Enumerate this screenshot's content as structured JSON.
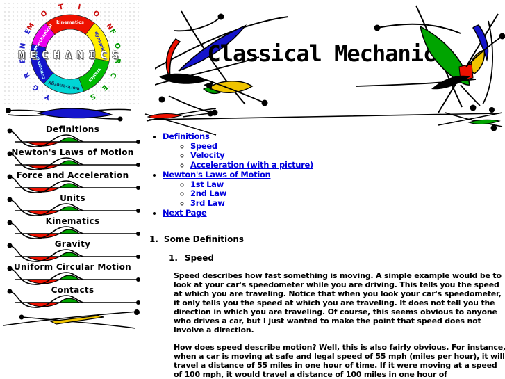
{
  "header": {
    "title": "Classical Mechanics"
  },
  "logo": {
    "center": "MECHANICS",
    "word_top": "MOTION",
    "word_right": "FORCES",
    "word_left": "ENERGY",
    "segments": [
      {
        "label": "kinematics",
        "color": "#ee1100"
      },
      {
        "label": "dynamics",
        "color": "#ffee00"
      },
      {
        "label": "statics",
        "color": "#00bb00"
      },
      {
        "label": "work-energy",
        "color": "#00d5d5"
      },
      {
        "label": "conservation",
        "color": "#1414cc"
      },
      {
        "label": "mechanical",
        "color": "#ee00ee"
      }
    ]
  },
  "sidebar": {
    "items": [
      {
        "label": "Definitions"
      },
      {
        "label": "Newton's Laws of Motion"
      },
      {
        "label": "Force and Acceleration"
      },
      {
        "label": "Units"
      },
      {
        "label": "Kinematics"
      },
      {
        "label": "Gravity"
      },
      {
        "label": "Uniform Circular Motion"
      },
      {
        "label": "Contacts"
      }
    ]
  },
  "toc": {
    "groups": [
      {
        "label": "Definitions",
        "children": [
          {
            "label": "Speed"
          },
          {
            "label": "Velocity"
          },
          {
            "label": "Acceleration (with a picture)"
          }
        ]
      },
      {
        "label": "Newton's Laws of Motion",
        "children": [
          {
            "label": "1st Law"
          },
          {
            "label": "2nd Law"
          },
          {
            "label": "3rd Law"
          }
        ]
      }
    ],
    "next_page": "Next Page"
  },
  "content": {
    "section_number": "1.",
    "section_title": "Some Definitions",
    "item_number": "1.",
    "item_title": "Speed",
    "paragraph1": "Speed describes how fast something is moving. A simple example would be to look at your car's speedometer while you are driving. This tells you the speed at which you are traveling. Notice that when you look your car's speedometer, it only tells you the speed at which you are traveling. It does not tell you the direction in which you are traveling. Of course, this seems obvious to anyone who drives a car, but I just wanted to make the point that speed does not involve a direction.",
    "paragraph2": "How does speed describe motion? Well, this is also fairly obvious. For instance, when a car is moving at safe and legal speed of 55 mph (miles per hour), it will travel a distance of 55 miles in one hour of time. If it were moving at a speed of 100 mph, it would travel a distance of 100 miles in one hour of"
  },
  "colors": {
    "link": "#0000dd",
    "red": "#ee1100",
    "green": "#00a400",
    "blue": "#1414cc",
    "yellow": "#f0c400",
    "word_motion": "#cc1111",
    "word_forces": "#009900",
    "word_energy": "#2222cc"
  }
}
